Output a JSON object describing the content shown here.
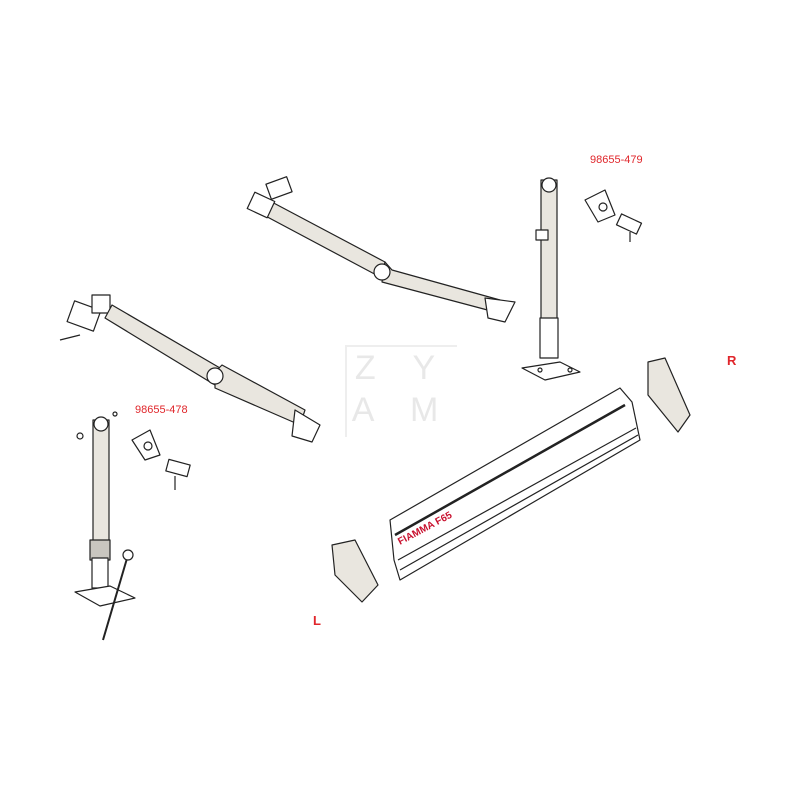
{
  "watermark": {
    "line1": "ZYAM",
    "line1_display": "Z Y",
    "line2_display": "A M"
  },
  "part_labels": {
    "right_bracket": "98655-479",
    "left_bracket": "98655-478"
  },
  "side_labels": {
    "right": "R",
    "left": "L"
  },
  "logo": {
    "brand": "FIAMMA",
    "model": "F65"
  },
  "colors": {
    "label": "#e0262b",
    "line": "#222222",
    "arm_fill": "#e9e6df"
  }
}
